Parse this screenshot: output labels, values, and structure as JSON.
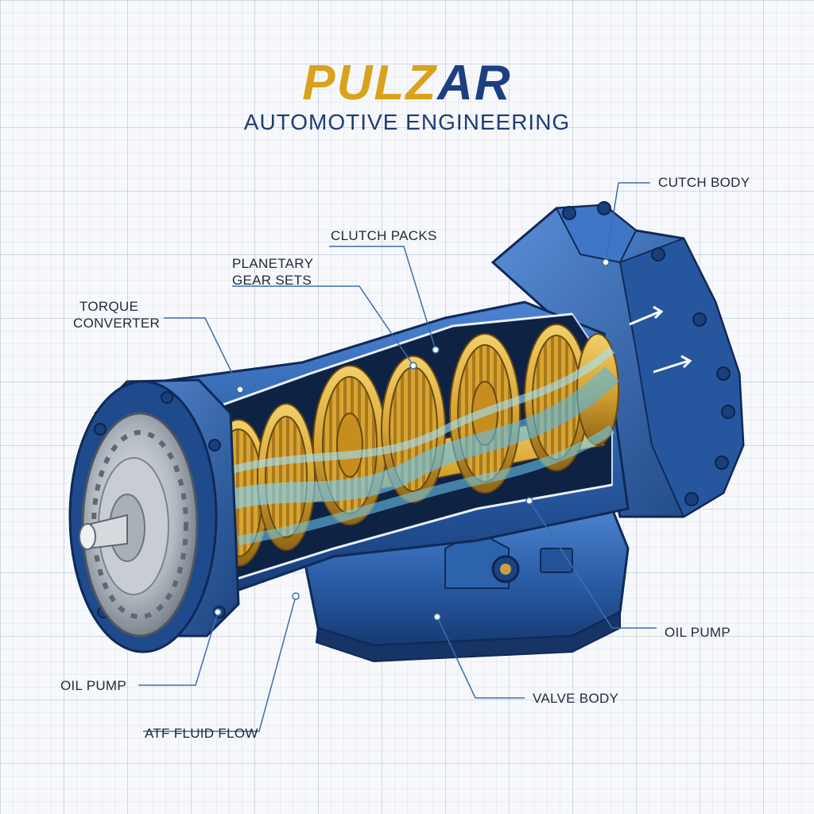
{
  "brand": {
    "logo_part1": "PULZ",
    "logo_part2": "AR",
    "subtitle": "AUTOMOTIVE ENGINEERING"
  },
  "labels": {
    "clutch_body": "CUTCH BODY",
    "clutch_packs": "CLUTCH PACKS",
    "planetary_line1": "PLANETARY",
    "planetary_line2": "GEAR SETS",
    "torque_line1": "TORQUE",
    "torque_line2": "CONVERTER",
    "oil_pump_left": "OIL PUMP",
    "oil_pump_right": "OIL PUMP",
    "valve_body": "VALVE BODY",
    "atf_fluid_flow": "ATF FLUID FLOW"
  },
  "colors": {
    "housing": "#2b5fa8",
    "housing_dark": "#183a73",
    "gold": "#d8a532",
    "fluid": "#5ec8f2",
    "logo_gold": "#d9a21b",
    "logo_blue": "#1c3f82"
  }
}
